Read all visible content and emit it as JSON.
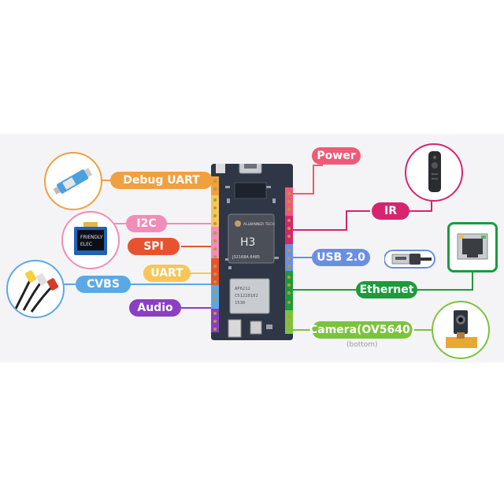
{
  "labels": {
    "debug_uart": "Debug UART",
    "i2c": "I2C",
    "spi": "SPI",
    "uart": "UART",
    "cvbs": "CVBS",
    "audio": "Audio",
    "power": "Power",
    "ir": "IR",
    "usb": "USB 2.0",
    "ethernet": "Ethernet",
    "camera": "Camera(OV5640)",
    "camera_note": "(bottom)"
  },
  "chip": {
    "brand": "ALLWINNER TECH",
    "name": "H3",
    "marking": "J32168A 6485"
  },
  "module": {
    "line1": "AP6212",
    "line2": "C51220102",
    "line3": "1530"
  },
  "oled": {
    "line1": "FRIENDLY",
    "line2": "ELEC"
  },
  "colors": {
    "debug_uart": "#f0a040",
    "i2c": "#f28cb8",
    "spi": "#e8532f",
    "uart": "#f6c65a",
    "cvbs": "#5aa9e6",
    "audio": "#8a3fc4",
    "power": "#ee5a78",
    "ir": "#d6246e",
    "usb": "#6b8fe0",
    "ethernet": "#1e9a3c",
    "camera": "#7cc33c"
  },
  "icons": [
    "usb-serial-adapter-icon",
    "oled-display-icon",
    "rca-cables-icon",
    "ir-remote-icon",
    "usb-cable-icon",
    "ethernet-port-icon",
    "camera-module-icon"
  ]
}
